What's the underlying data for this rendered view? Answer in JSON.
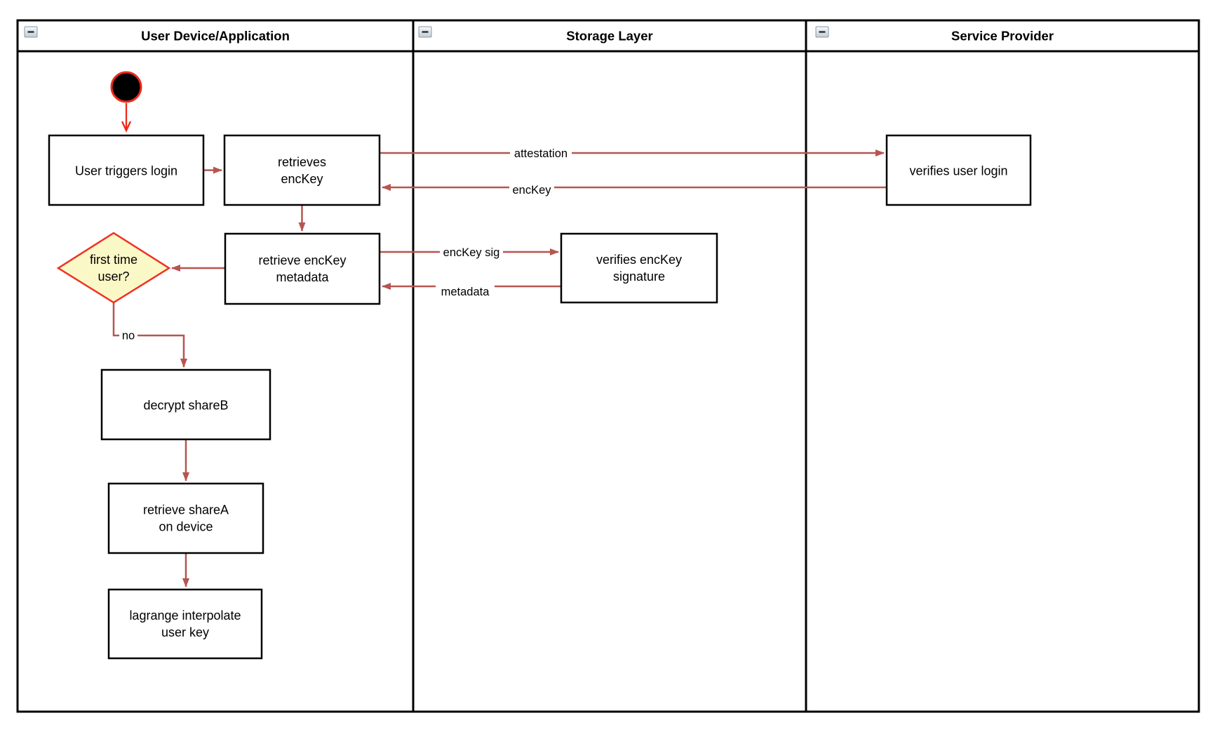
{
  "diagram": {
    "colors": {
      "brown_red": "#b85450",
      "bright_red": "#ee2a1b",
      "diamond_fill": "#fbf8c8",
      "diamond_stroke": "#ee3224",
      "node_fill": "#ffffff",
      "line_black": "#000000"
    },
    "icons": {
      "lane_collapse": "minus-square-icon"
    },
    "lanes": [
      {
        "title": "User Device/Application"
      },
      {
        "title": "Storage Layer"
      },
      {
        "title": "Service Provider"
      }
    ],
    "nodes": {
      "user_triggers_login": {
        "label": "User triggers login"
      },
      "retrieves_enckey": {
        "line1": "retrieves",
        "line2": "encKey"
      },
      "verifies_user_login": {
        "label": "verifies user login"
      },
      "retrieve_enckey_metadata": {
        "line1": "retrieve encKey",
        "line2": "metadata"
      },
      "first_time_user": {
        "line1": "first time",
        "line2": "user?"
      },
      "verifies_enckey_signature": {
        "line1": "verifies encKey",
        "line2": "signature"
      },
      "decrypt_shareb": {
        "label": "decrypt shareB"
      },
      "retrieve_sharea": {
        "line1": "retrieve shareA",
        "line2": "on device"
      },
      "lagrange_interpolate": {
        "line1": "lagrange interpolate",
        "line2": "user key"
      }
    },
    "edge_labels": {
      "attestation": "attestation",
      "enckey": "encKey",
      "enckey_sig": "encKey sig",
      "metadata": "metadata",
      "no": "no"
    }
  }
}
